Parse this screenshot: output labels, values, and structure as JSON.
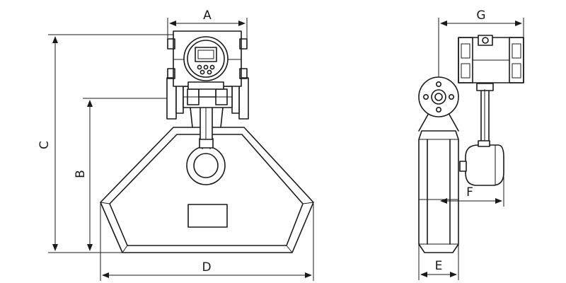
{
  "dimension_labels": {
    "a": "A",
    "b": "B",
    "c": "C",
    "d": "D",
    "e": "E",
    "f": "F",
    "g": "G"
  }
}
